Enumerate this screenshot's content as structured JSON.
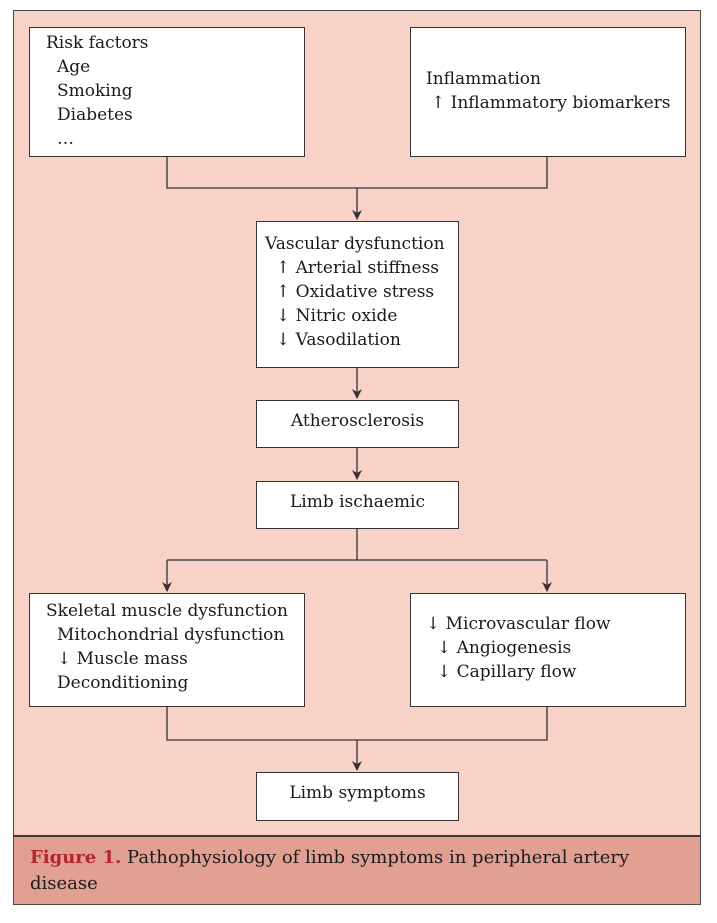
{
  "diagram": {
    "risk_factors": {
      "title": "Risk factors",
      "items": [
        "Age",
        "Smoking",
        "Diabetes",
        "…"
      ]
    },
    "inflammation": {
      "title": "Inflammation",
      "items": [
        "↑ Inflammatory biomarkers"
      ]
    },
    "vascular_dysfunction": {
      "title": "Vascular dysfunction",
      "items": [
        "↑ Arterial stiffness",
        "↑ Oxidative stress",
        "↓ Nitric oxide",
        "↓ Vasodilation"
      ]
    },
    "atherosclerosis": {
      "title": "Atherosclerosis"
    },
    "limb_ischaemic": {
      "title": "Limb ischaemic"
    },
    "skeletal_muscle": {
      "title": "Skeletal muscle dysfunction",
      "items": [
        "Mitochondrial dysfunction",
        "↓ Muscle mass",
        "Deconditioning"
      ]
    },
    "microvascular": {
      "title": "↓ Microvascular flow",
      "items": [
        "↓ Angiogenesis",
        "↓ Capillary flow"
      ]
    },
    "limb_symptoms": {
      "title": "Limb symptoms"
    }
  },
  "caption": {
    "label": "Figure 1.",
    "text": " Pathophysiology of limb symptoms in peripheral artery disease"
  },
  "colors": {
    "panel_background": "#f9d2c7",
    "caption_background": "#e2a093",
    "figure_label": "#b2262e",
    "box_fill": "#ffffff",
    "connector": "#333333"
  }
}
